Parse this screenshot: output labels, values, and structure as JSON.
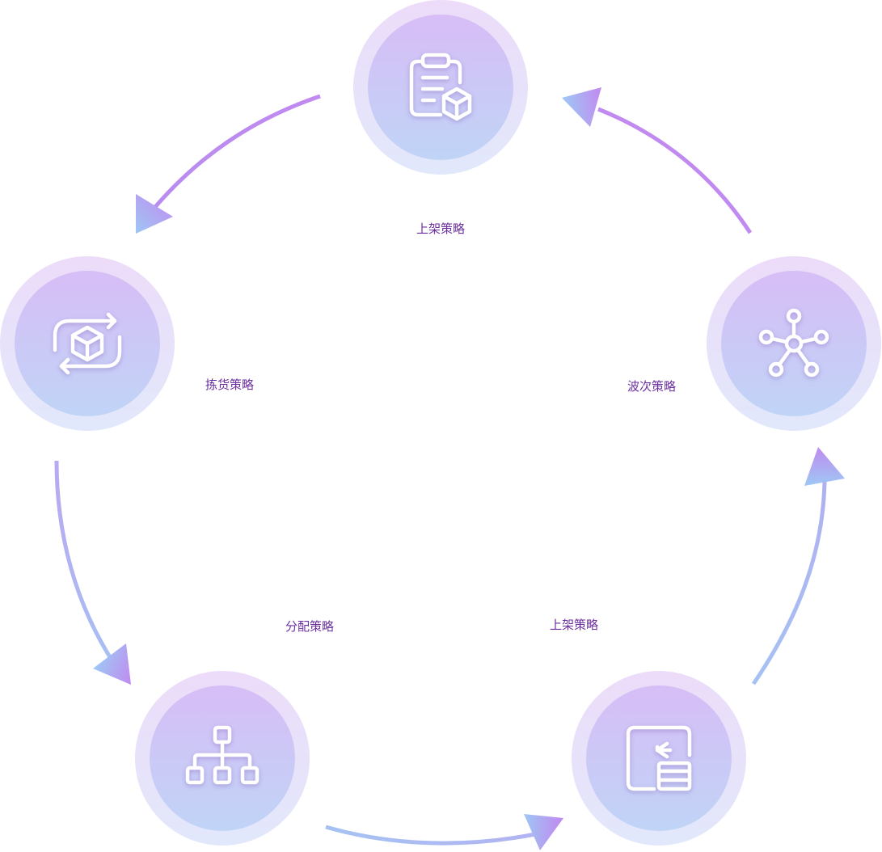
{
  "labels": {
    "top": "上架策略",
    "left": "拣货策略",
    "right": "波次策略",
    "bottom_left": "分配策略",
    "bottom_right": "上架策略"
  },
  "nodes": [
    {
      "id": "top",
      "icon": "clipboard-box-icon"
    },
    {
      "id": "left",
      "icon": "cube-cycle-icon"
    },
    {
      "id": "right",
      "icon": "network-hub-icon"
    },
    {
      "id": "bottom_left",
      "icon": "hierarchy-icon"
    },
    {
      "id": "bottom_right",
      "icon": "shelf-in-icon"
    }
  ],
  "colors": {
    "arrow_purple": "#c08af0",
    "arrow_blue": "#a6c2f3",
    "label": "#6b2fa0",
    "halo_top": "#ecdcf9",
    "halo_bottom": "#e2e8fb",
    "core_top": "#d7bdf6",
    "core_bottom": "#c0d4f6"
  }
}
